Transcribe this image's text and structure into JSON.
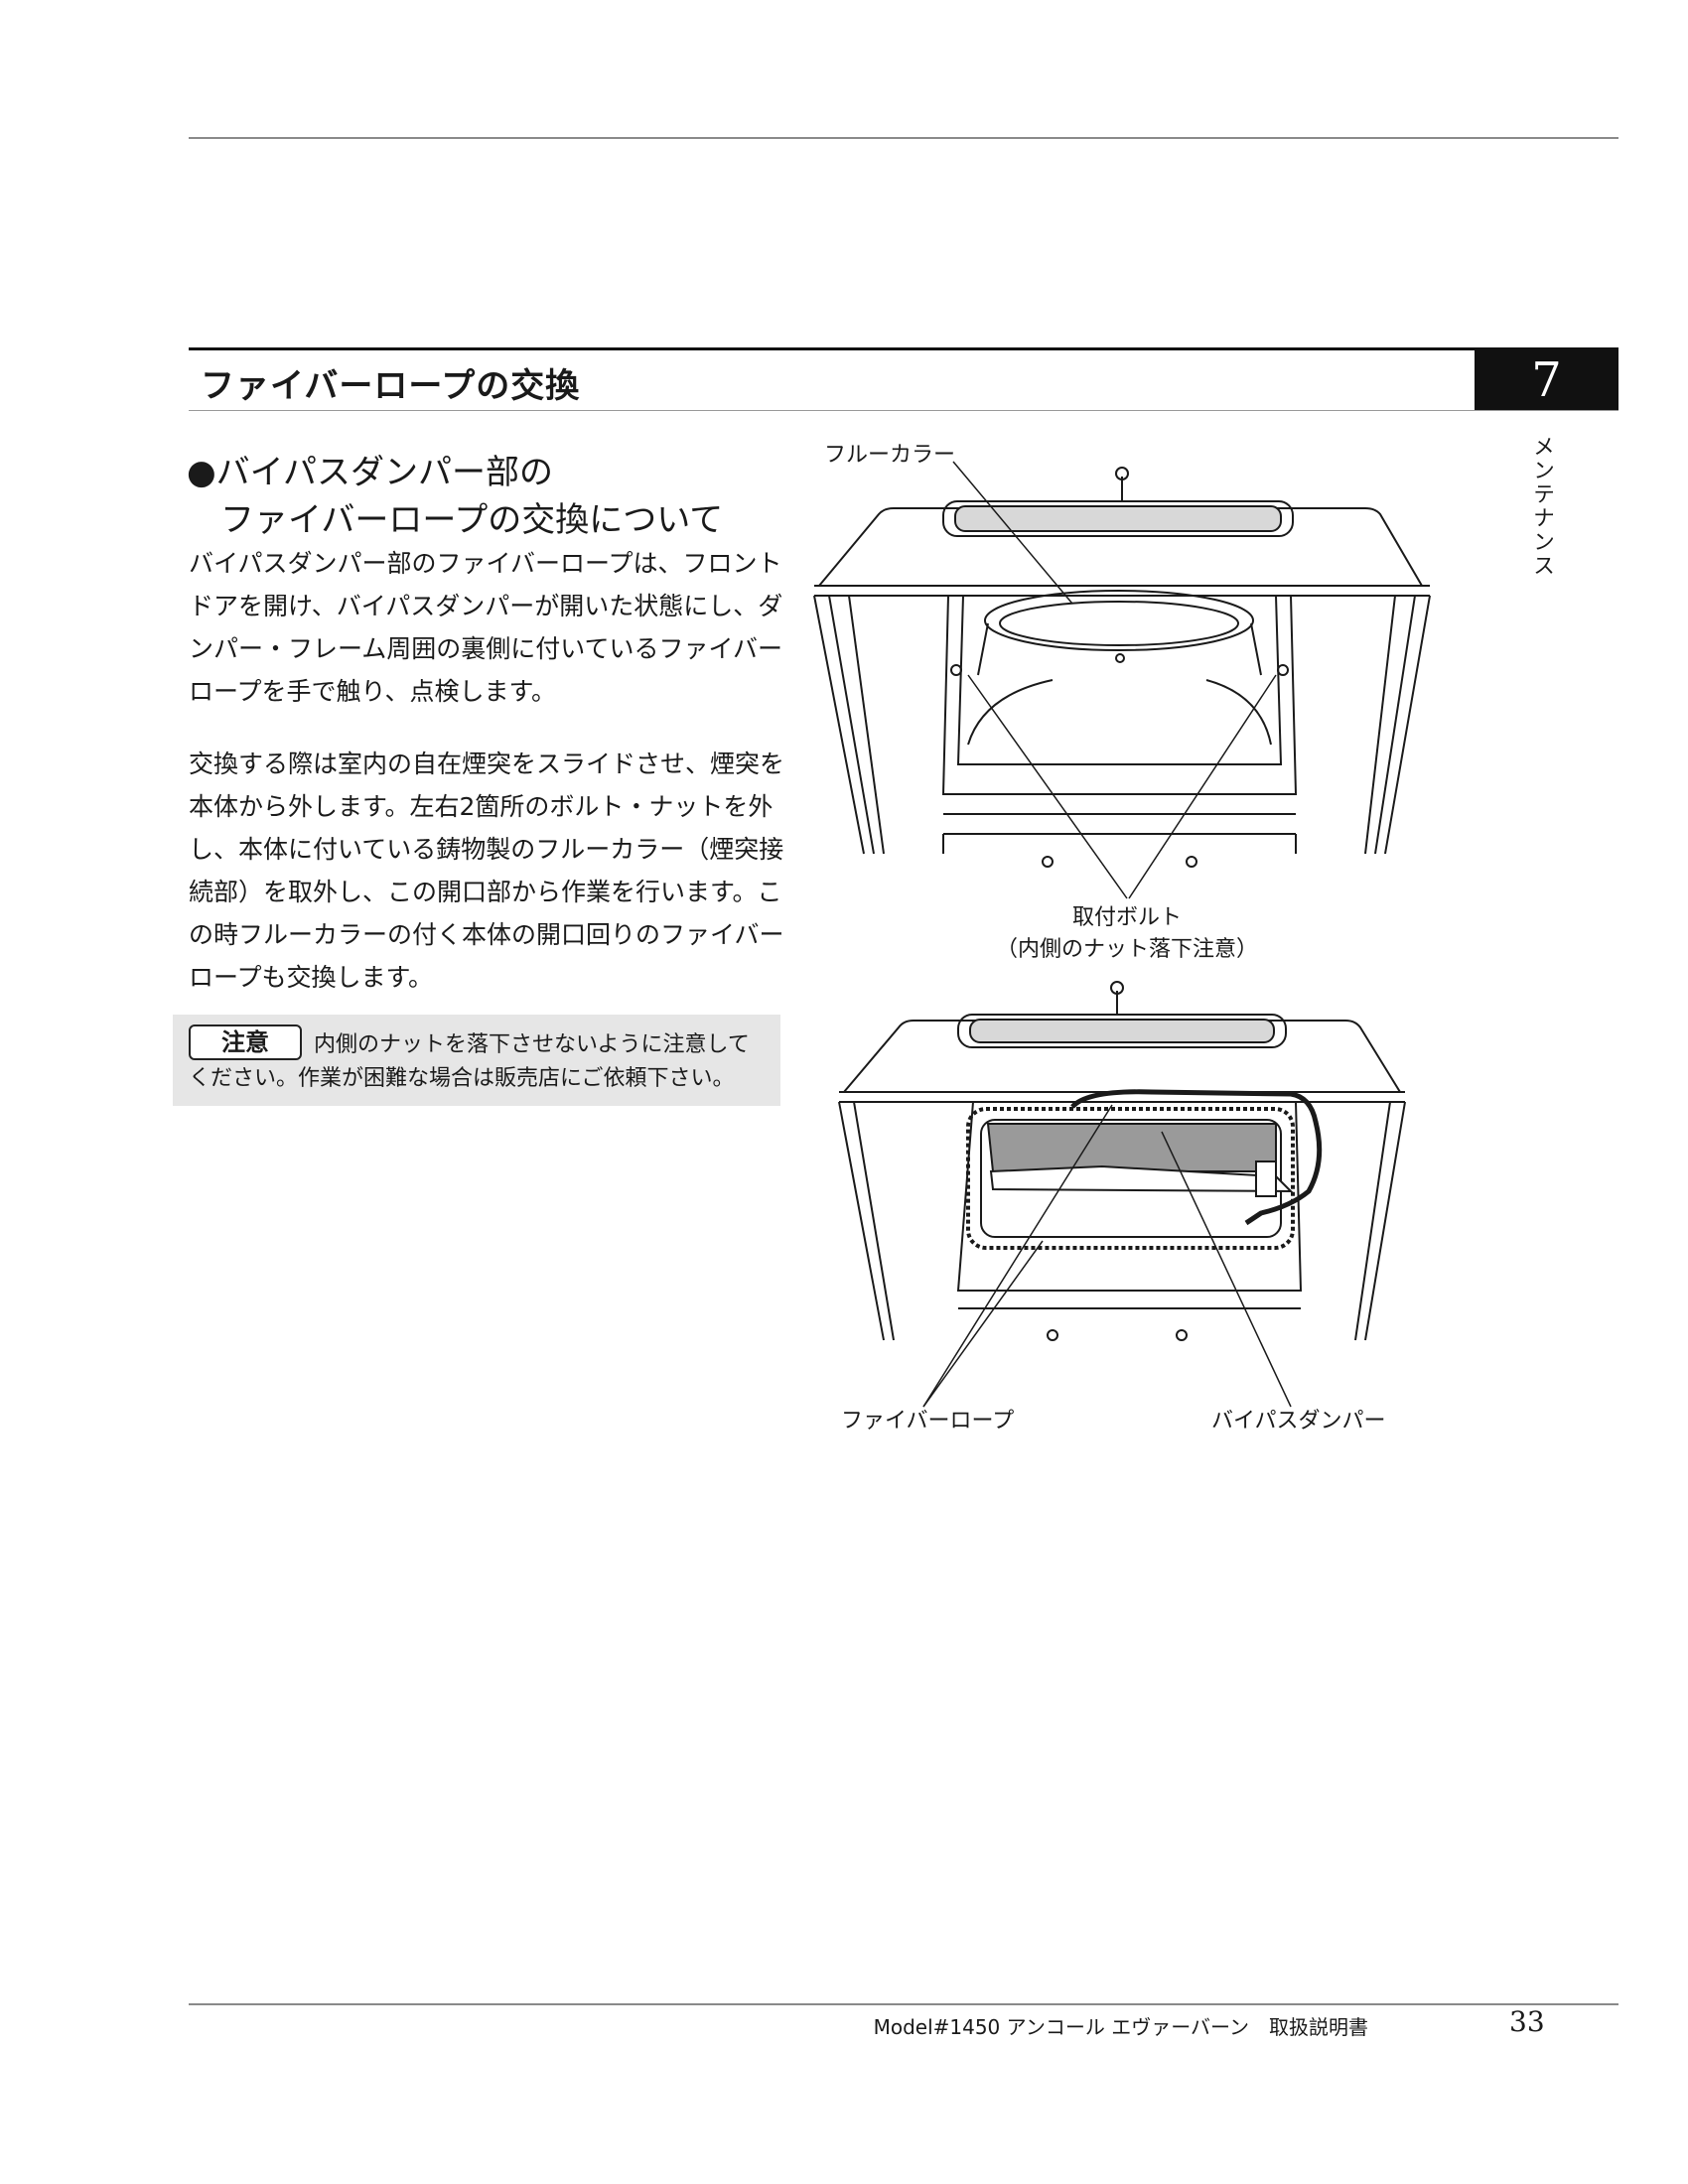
{
  "section": {
    "title": "ファイバーロープの交換",
    "chapter_number": "7",
    "side_tab": "メンテナンス"
  },
  "subheading": {
    "line1": "●バイパスダンパー部の",
    "line2": "ファイバーロープの交換について"
  },
  "paragraphs": [
    "バイパスダンパー部のファイバーロープは、フロントドアを開け、バイパスダンパーが開いた状態にし、ダンパー・フレーム周囲の裏側に付いているファイバーロープを手で触り、点検します。",
    "交換する際は室内の自在煙突をスライドさせ、煙突を本体から外します。左右2箇所のボルト・ナットを外し、本体に付いている鋳物製のフルーカラー（煙突接続部）を取外し、この開口部から作業を行います。この時フルーカラーの付く本体の開口回りのファイバーロープも交換します。"
  ],
  "caution": {
    "badge": "注意",
    "text": "内側のナットを落下させないように注意してください。作業が困難な場合は販売店にご依頼下さい。"
  },
  "figure_labels": {
    "flue_collar": "フルーカラー",
    "bolt_line1": "取付ボルト",
    "bolt_line2": "（内側のナット落下注意）",
    "fiber_rope": "ファイバーロープ",
    "bypass_damper": "バイパスダンパー"
  },
  "footer": {
    "manual": "Model#1450 アンコール エヴァーバーン　取扱説明書",
    "page": "33"
  }
}
